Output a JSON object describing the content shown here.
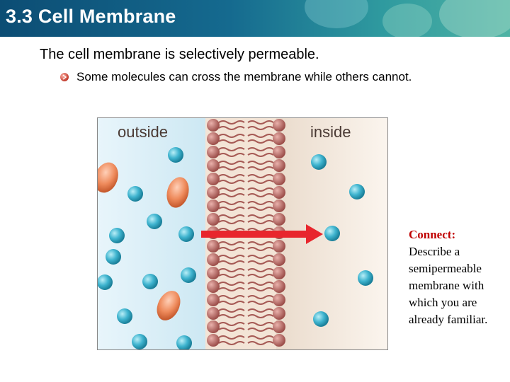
{
  "slide": {
    "title": "3.3 Cell Membrane",
    "main_point": "The cell membrane is selectively permeable.",
    "sub_point": "Some molecules can cross the membrane while others cannot."
  },
  "diagram": {
    "outside_label": "outside",
    "inside_label": "inside"
  },
  "connect": {
    "label": "Connect:",
    "text": "Describe a semipermeable membrane with which you are already familiar."
  },
  "colors": {
    "title_bar": "#0c4d74",
    "accent_red": "#c00000",
    "arrow_red": "#e8262d",
    "small_molecule": "#3fb4cf",
    "large_molecule": "#ee8a5b",
    "phospholipid_head": "#b86b67"
  },
  "icons": {
    "bullet": "sphere-bullet-icon"
  }
}
